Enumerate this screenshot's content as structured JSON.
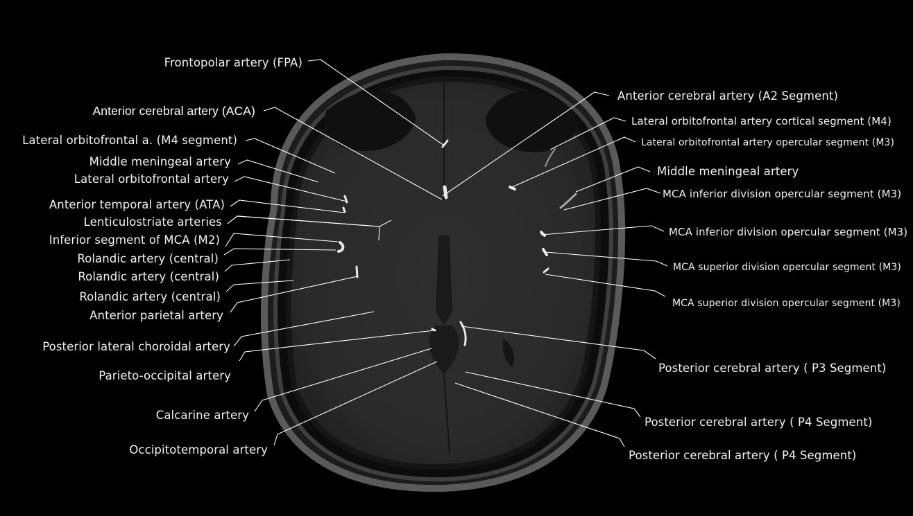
{
  "figure": {
    "type": "axial MR angiography brain slice with labeled arteries",
    "background_color": "#000000",
    "label_color": "#f2f2f2",
    "leader_line_color": "#ffffff"
  },
  "labels_left": [
    {
      "text": "Frontopolar artery (FPA)"
    },
    {
      "text": "Anterior cerebral artery (ACA)"
    },
    {
      "text": "Lateral orbitofrontal a. (M4 segment)"
    },
    {
      "text": "Middle meningeal artery"
    },
    {
      "text": "Lateral orbitofrontal artery"
    },
    {
      "text": "Anterior temporal artery (ATA)"
    },
    {
      "text": "Lenticulostriate arteries"
    },
    {
      "text": "Inferior segment of MCA (M2)"
    },
    {
      "text": "Rolandic artery (central)"
    },
    {
      "text": "Rolandic artery (central)"
    },
    {
      "text": "Rolandic artery (central)"
    },
    {
      "text": "Anterior parietal artery"
    },
    {
      "text": "Posterior lateral choroidal artery"
    },
    {
      "text": "Parieto-occipital artery"
    },
    {
      "text": "Calcarine artery"
    },
    {
      "text": "Occipitotemporal artery"
    }
  ],
  "labels_right": [
    {
      "text": "Anterior cerebral artery (A2 Segment)"
    },
    {
      "text": "Lateral orbitofrontal artery cortical segment (M4)"
    },
    {
      "text": "Lateral orbitofrontal artery opercular segment (M3)"
    },
    {
      "text": "Middle meningeal artery"
    },
    {
      "text": "MCA inferior division opercular segment (M3)"
    },
    {
      "text": "MCA inferior division opercular segment (M3)"
    },
    {
      "text": "MCA superior division opercular segment (M3)"
    },
    {
      "text": "MCA superior division opercular segment (M3)"
    },
    {
      "text": "Posterior cerebral artery ( P3 Segment)"
    },
    {
      "text": "Posterior cerebral artery ( P4 Segment)"
    },
    {
      "text": "Posterior cerebral artery ( P4 Segment)"
    }
  ]
}
